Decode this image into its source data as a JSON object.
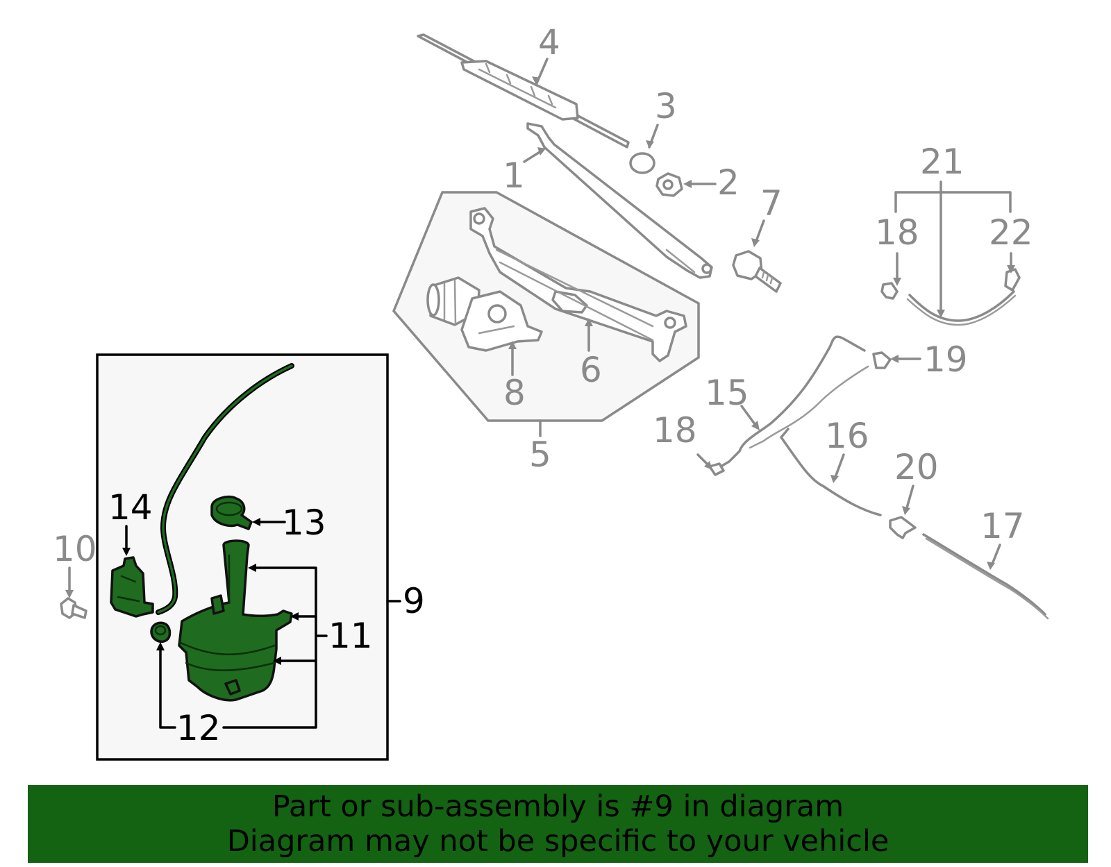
{
  "callouts": {
    "c1": "1",
    "c2": "2",
    "c3": "3",
    "c4": "4",
    "c5": "5",
    "c6": "6",
    "c7": "7",
    "c8": "8",
    "c9": "9",
    "c10": "10",
    "c11": "11",
    "c12": "12",
    "c13": "13",
    "c14": "14",
    "c15": "15",
    "c16": "16",
    "c17": "17",
    "c18a": "18",
    "c18b": "18",
    "c19": "19",
    "c20": "20",
    "c21": "21",
    "c22": "22"
  },
  "banner": {
    "line1": "Part or sub-assembly is #9 in diagram",
    "line2": "Diagram may not be specific to your vehicle"
  },
  "colors": {
    "highlight_part": "#1f6b1f",
    "banner_background": "#136313",
    "other_parts": "#8a8a8a",
    "assembly_box_fill": "#f7f7f7"
  }
}
